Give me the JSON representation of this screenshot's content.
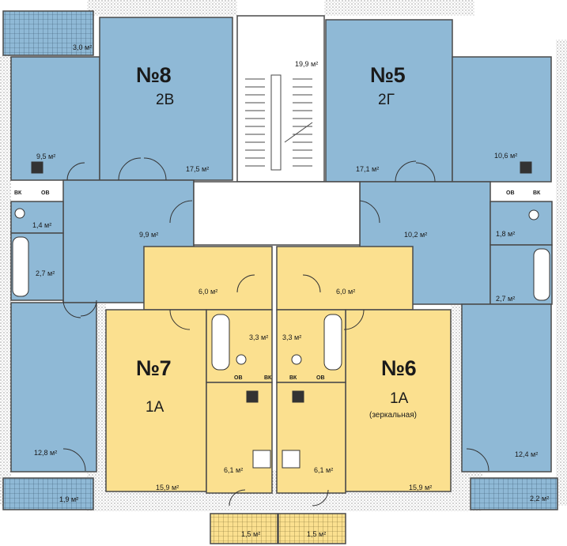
{
  "apartments": [
    {
      "id": "8",
      "number": "№8",
      "type": "2В",
      "note": ""
    },
    {
      "id": "5",
      "number": "№5",
      "type": "2Г",
      "note": ""
    },
    {
      "id": "7",
      "number": "№7",
      "type": "1А",
      "note": ""
    },
    {
      "id": "6",
      "number": "№6",
      "type": "1А",
      "note": "(зеркальная)"
    }
  ],
  "areas": {
    "a8_balcony": "3,0 м²",
    "a8_kitchen": "9,5 м²",
    "a8_room": "17,5 м²",
    "a8_hall": "9,9 м²",
    "a8_wc": "1,4 м²",
    "a8_bath": "2,7 м²",
    "a8_room2": "12,8 м²",
    "a8_balcony2": "1,9 м²",
    "stair": "19,9 м²",
    "a5_room": "17,1 м²",
    "a5_kitchen": "10,6 м²",
    "a5_hall": "10,2 м²",
    "a5_wc": "1,8 м²",
    "a5_bath": "2,7 м²",
    "a5_room2": "12,4 м²",
    "a5_balcony2": "2,2 м²",
    "a7_hall": "6,0 м²",
    "a6_hall": "6,0 м²",
    "a7_bath": "3,3 м²",
    "a6_bath": "3,3 м²",
    "a7_room": "15,9 м²",
    "a6_room": "15,9 м²",
    "a7_kitchen": "6,1 м²",
    "a6_kitchen": "6,1 м²",
    "a7_balcony": "1,5 м²",
    "a6_balcony": "1,5 м²"
  },
  "fixtures": {
    "vk": "ВК",
    "ov": "ОВ"
  },
  "colors": {
    "blue": "#8fb9d6",
    "yellow": "#fbe08f",
    "wall": "#4a4a4a",
    "balcony": "#8fb9d6"
  }
}
